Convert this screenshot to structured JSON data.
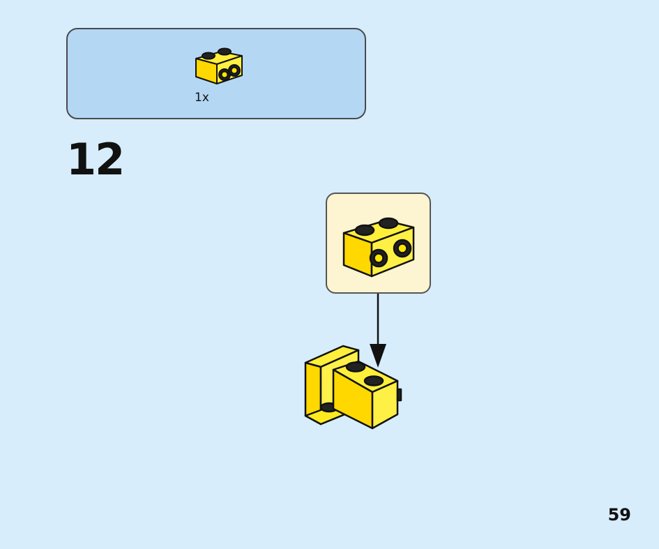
{
  "parts_list": {
    "quantity": "1x",
    "part_icon": "yellow-1x2-brick-with-side-studs-icon"
  },
  "step": {
    "number": "12"
  },
  "callout": {
    "part_icon": "yellow-1x2-brick-with-side-studs-icon"
  },
  "assembly": {
    "icon": "yellow-bracket-assembly-icon"
  },
  "page": {
    "number": "59"
  },
  "colors": {
    "background": "#d7edfb",
    "parts_box": "#b4d7f4",
    "callout_box": "#fdf4d1",
    "brick_yellow": "#ffe600",
    "brick_outline": "#111111"
  }
}
